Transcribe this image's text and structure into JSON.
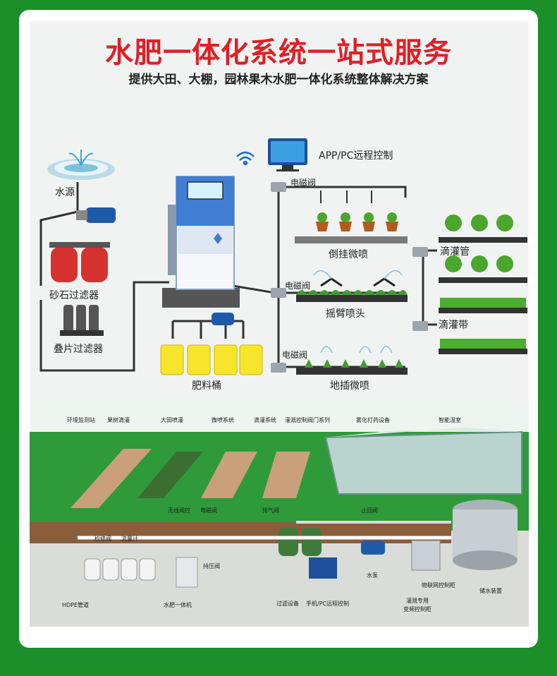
{
  "header": {
    "title": "水肥一体化系统一站式服务",
    "subtitle": "提供大田、大棚，园林果木水肥一体化系统整体解决方案"
  },
  "top_diagram": {
    "remote_control": "APP/PC远程控制",
    "water_source": "水源",
    "sand_filter": "砂石过滤器",
    "disc_filter": "叠片过滤器",
    "fertilizer_bucket": "肥料桶",
    "valve_1": "电磁阀",
    "valve_2": "电磁阀",
    "valve_3": "电磁阀",
    "hanging_spray": "倒挂微喷",
    "rocker_sprinkler": "摇臂喷头",
    "ground_spray": "地插微喷",
    "drip_pipe": "滴灌管",
    "drip_tape": "滴灌带"
  },
  "bottom_diagram": {
    "labels": {
      "env_station": "环境监测站",
      "fruit_drip": "果树滴灌",
      "field_sprinkler": "大田喷灌",
      "micro_spray": "微喷系统",
      "drip_system": "滴灌系统",
      "valve_series": "灌溉控制阀门系列",
      "fog_spray": "雾化打药设备",
      "smart_greenhouse": "智能温室",
      "wireless_valve": "无线阀控",
      "solenoid_valve": "电磁阀",
      "exhaust_valve": "排气阀",
      "check_valve": "止回阀",
      "service_valve": "检修阀",
      "flow_meter": "流量计",
      "pressure_valve": "持压阀",
      "hdpe_pipe": "HDPE管道",
      "integrated_machine": "水肥一体机",
      "filter_equipment": "过滤设备",
      "remote_control": "手机/PC远程控制",
      "pump": "水泵",
      "iot_cabinet": "物联网控制柜",
      "vfd_cabinet_1": "灌溉专用",
      "vfd_cabinet_2": "变频控制柜",
      "storage": "储水装置"
    }
  }
}
